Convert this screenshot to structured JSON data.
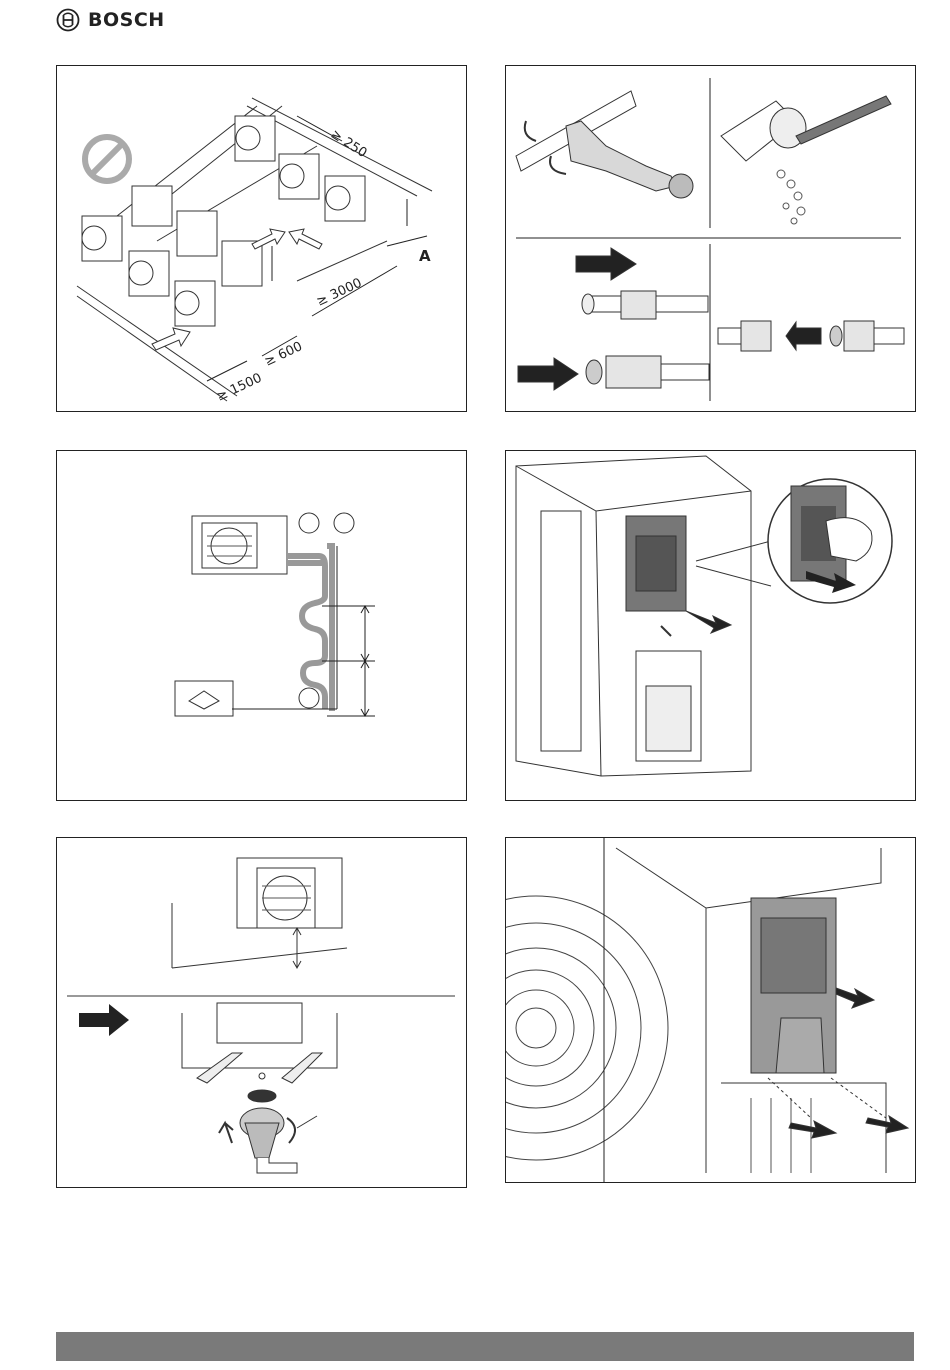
{
  "brand": {
    "name": "BOSCH"
  },
  "figure1": {
    "dimensions": [
      "≥ 250",
      "≥ 3000",
      "≥ 600",
      "≥ 1500"
    ],
    "label_a": "A"
  }
}
